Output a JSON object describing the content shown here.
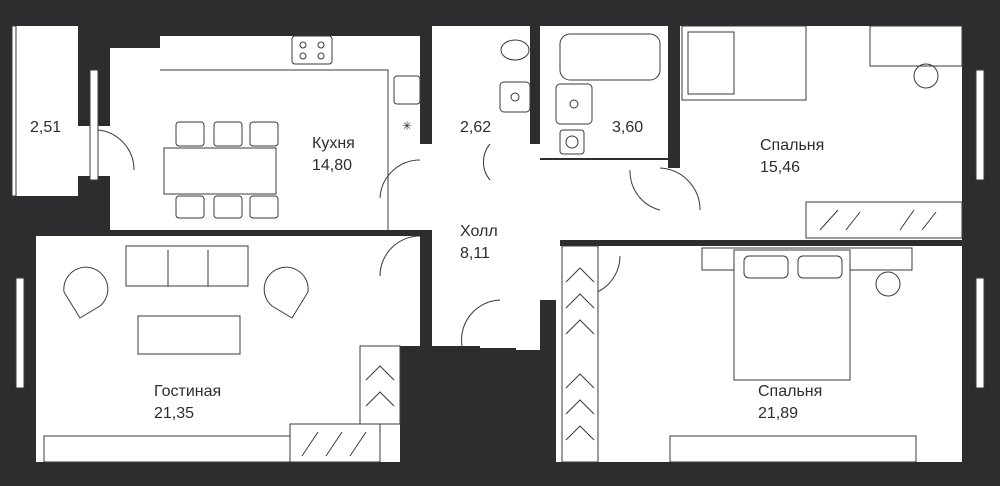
{
  "colors": {
    "wall": "#2d2d2f",
    "line": "#3a3a3a",
    "floor": "#ffffff"
  },
  "rooms": {
    "balcony": {
      "area": "2,51"
    },
    "kitchen": {
      "name": "Кухня",
      "area": "14,80"
    },
    "toilet": {
      "area": "2,62"
    },
    "bathroom": {
      "area": "3,60"
    },
    "bedroom1": {
      "name": "Спальня",
      "area": "15,46"
    },
    "hall": {
      "name": "Холл",
      "area": "8,11"
    },
    "living": {
      "name": "Гостиная",
      "area": "21,35"
    },
    "bedroom2": {
      "name": "Спальня",
      "area": "21,89"
    }
  }
}
